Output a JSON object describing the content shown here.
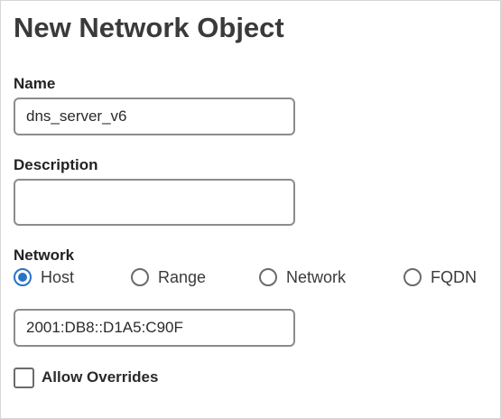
{
  "dialog": {
    "title": "New Network Object"
  },
  "name_field": {
    "label": "Name",
    "value": "dns_server_v6"
  },
  "description_field": {
    "label": "Description",
    "value": ""
  },
  "network": {
    "label": "Network",
    "options": [
      {
        "label": "Host",
        "selected": true
      },
      {
        "label": "Range",
        "selected": false
      },
      {
        "label": "Network",
        "selected": false
      },
      {
        "label": "FQDN",
        "selected": false
      }
    ],
    "value": "2001:DB8::D1A5:C90F"
  },
  "allow_overrides": {
    "label": "Allow Overrides",
    "checked": false
  },
  "colors": {
    "accent": "#2a73c4",
    "border": "#8c8c8c",
    "title_text": "#3a3a3a"
  }
}
